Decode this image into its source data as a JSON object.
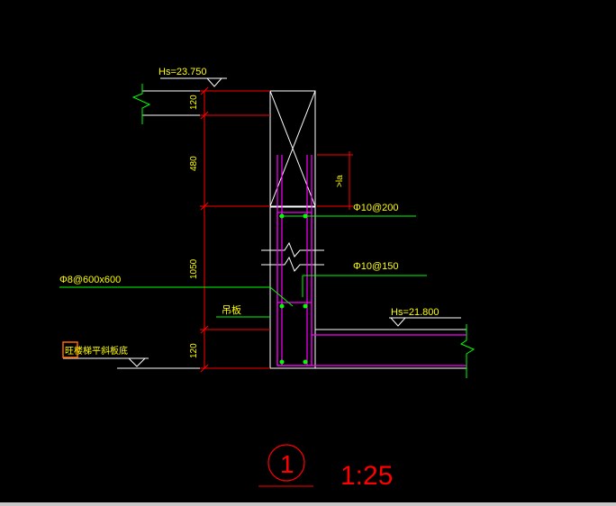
{
  "drawing": {
    "elevation_top": "Hs=23.750",
    "elevation_right": "Hs=21.800",
    "dim_top": "120",
    "dim_480": "480",
    "dim_1050": "1050",
    "dim_bottom": "120",
    "lap_label": ">la",
    "rebar_top": "Φ10@200",
    "rebar_mid": "Φ10@150",
    "rebar_left": "Φ8@600x600",
    "hanger_label": "吊板",
    "floor_note": "旺楼梯平斜板底",
    "detail_number": "1",
    "scale": "1:25"
  },
  "colors": {
    "background": "#000000",
    "outline": "#ffffff",
    "dimension": "#ff0000",
    "rebar": "#ff00ff",
    "leader": "#00ff00",
    "text": "#ffff00",
    "label_red": "#ff0000"
  }
}
